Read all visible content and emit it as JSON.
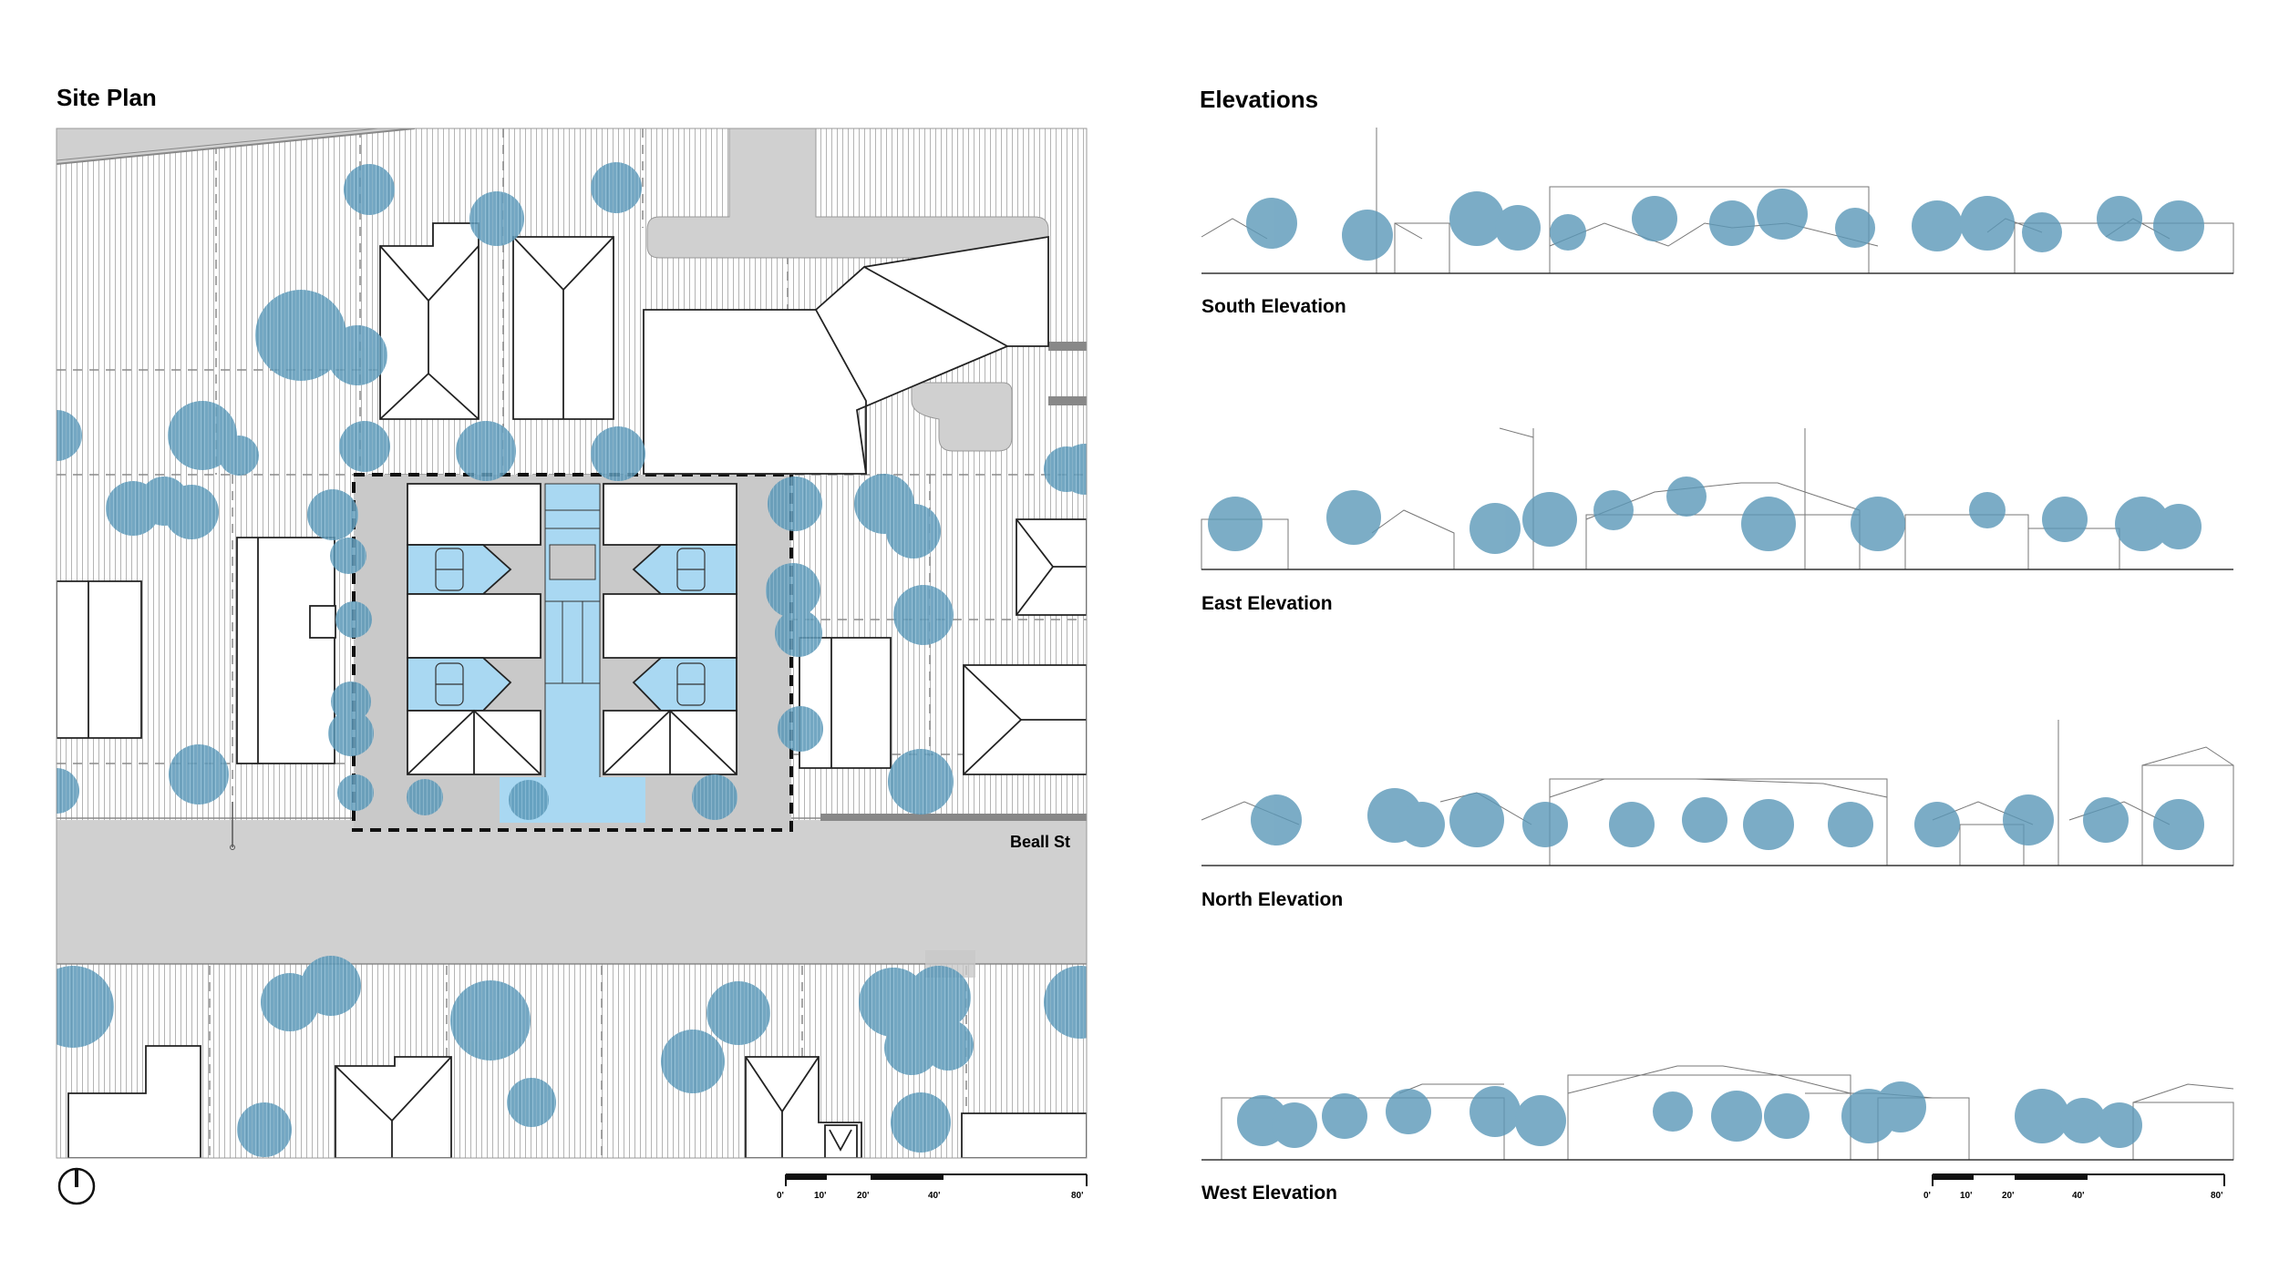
{
  "site_plan": {
    "title": "Site Plan",
    "street_label": "Beall St",
    "north_arrow_icon": "north-arrow-icon",
    "scale_bar": {
      "labels": [
        "0'",
        "10'",
        "20'",
        "40'",
        "80'"
      ]
    }
  },
  "elevations": {
    "title": "Elevations",
    "items": [
      {
        "label": "South Elevation"
      },
      {
        "label": "East Elevation"
      },
      {
        "label": "North Elevation"
      },
      {
        "label": "West Elevation"
      }
    ],
    "scale_bar": {
      "labels": [
        "0'",
        "10'",
        "20'",
        "40'",
        "80'"
      ]
    }
  },
  "colors": {
    "tree": "#5b98b8",
    "tree_dark": "#2f7398",
    "highlight": "#a9d8f2",
    "paving": "#d0d0d0",
    "hatch": "#a9a9a9"
  }
}
